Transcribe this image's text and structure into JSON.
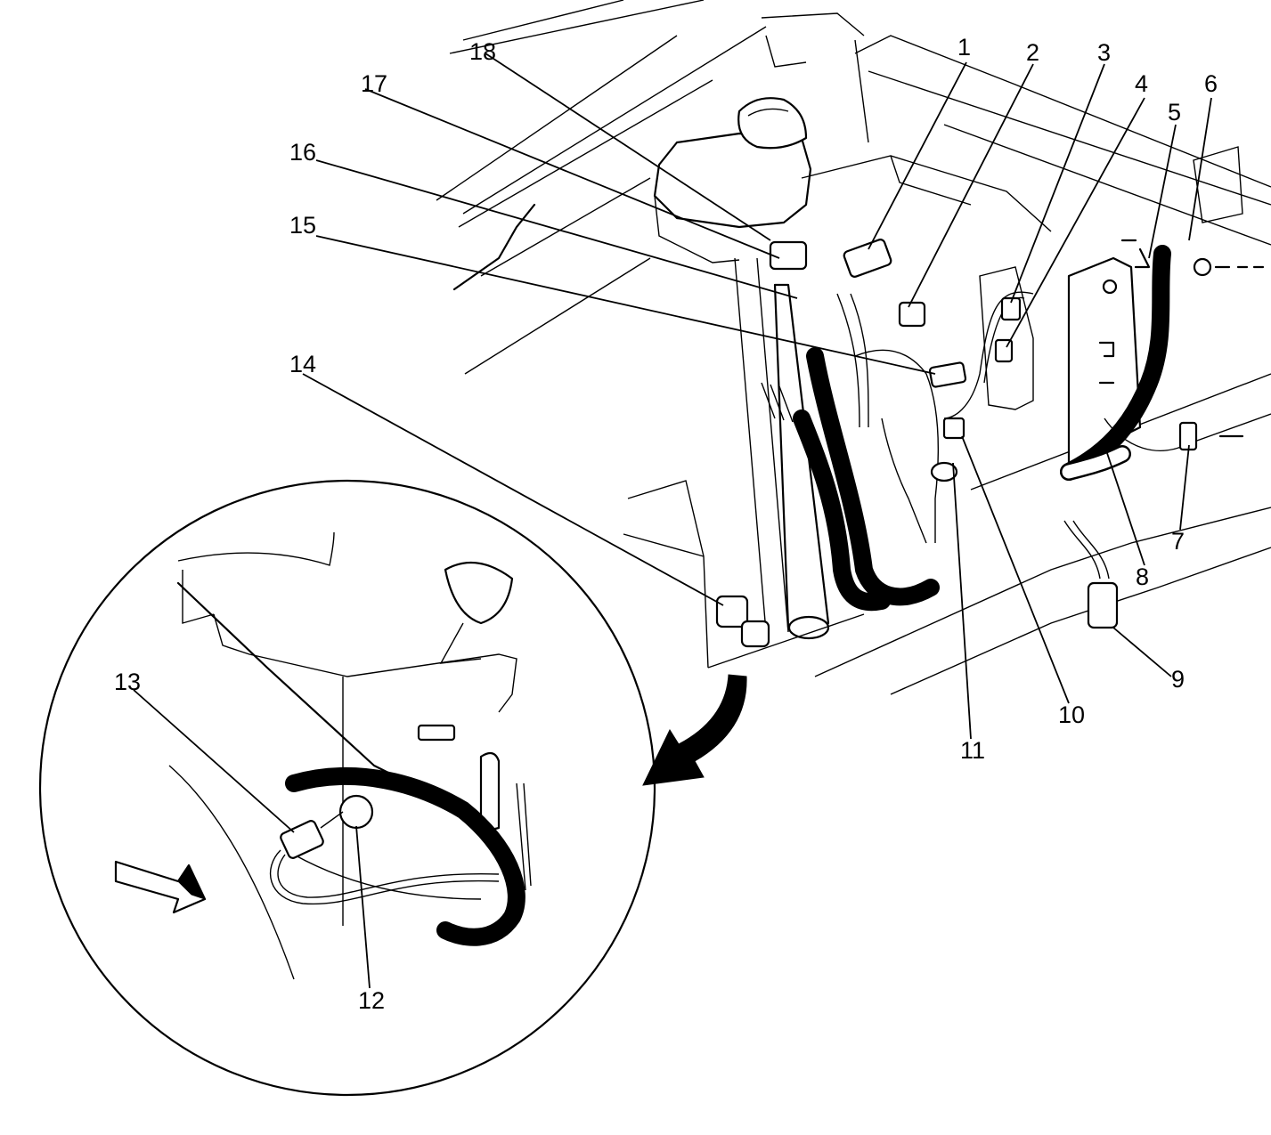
{
  "callouts": [
    {
      "id": "1",
      "label": "1"
    },
    {
      "id": "2",
      "label": "2"
    },
    {
      "id": "3",
      "label": "3"
    },
    {
      "id": "4",
      "label": "4"
    },
    {
      "id": "5",
      "label": "5"
    },
    {
      "id": "6",
      "label": "6"
    },
    {
      "id": "7",
      "label": "7"
    },
    {
      "id": "8",
      "label": "8"
    },
    {
      "id": "9",
      "label": "9"
    },
    {
      "id": "10",
      "label": "10"
    },
    {
      "id": "11",
      "label": "11"
    },
    {
      "id": "12",
      "label": "12"
    },
    {
      "id": "13",
      "label": "13"
    },
    {
      "id": "14",
      "label": "14"
    },
    {
      "id": "15",
      "label": "15"
    },
    {
      "id": "16",
      "label": "16"
    },
    {
      "id": "17",
      "label": "17"
    },
    {
      "id": "18",
      "label": "18"
    }
  ],
  "detail_view": {
    "icon": "view-direction-arrow-icon"
  }
}
